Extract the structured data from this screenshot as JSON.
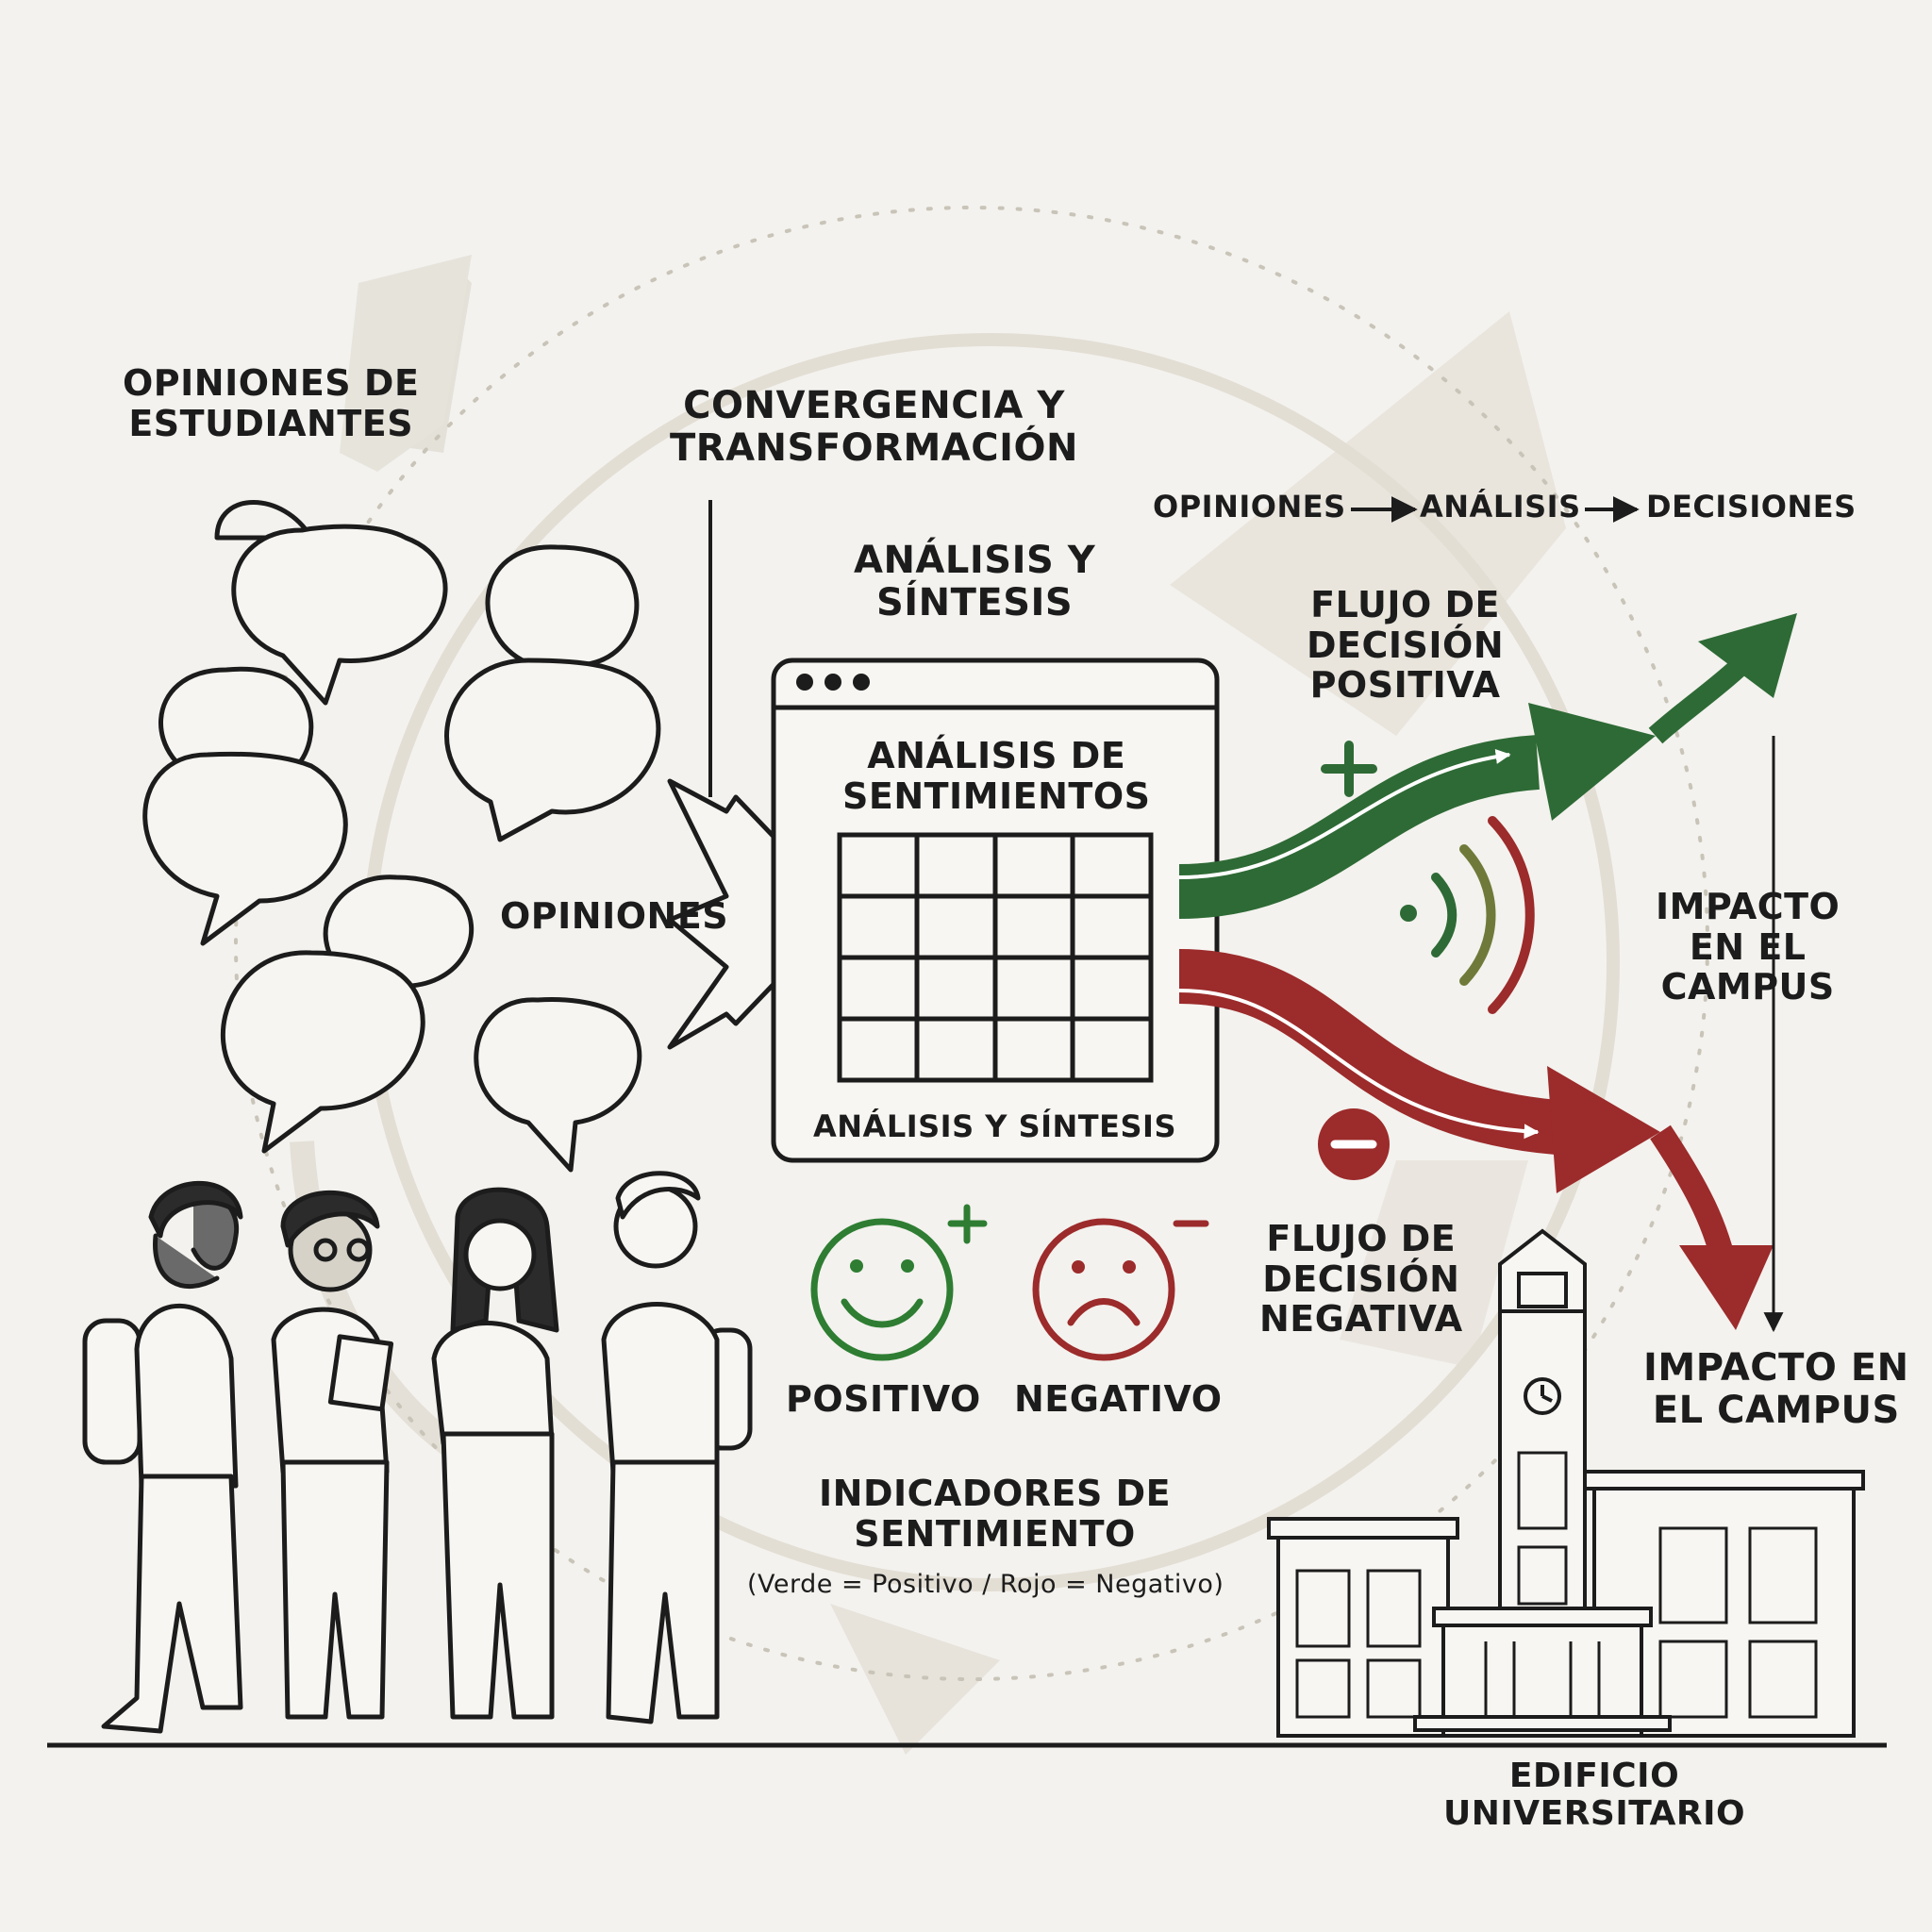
{
  "colors": {
    "positive": "#2e6a35",
    "negative": "#9c2b2b",
    "ink": "#1c1c1c",
    "background": "#f3f2ee",
    "shadow": "#d9d4c8"
  },
  "labels": {
    "student_opinions": [
      "OPINIONES DE",
      "ESTUDIANTES"
    ],
    "convergence": [
      "CONVERGENCIA Y",
      "TRANSFORMACIÓN"
    ],
    "flow_header": {
      "step1": "OPINIONES",
      "step2": "ANÁLISIS",
      "step3": "DECISIONES"
    },
    "analysis_synthesis_top": [
      "ANÁLISIS Y",
      "SÍNTESIS"
    ],
    "sentiment_analysis": [
      "ANÁLISIS DE",
      "SENTIMIENTOS"
    ],
    "analysis_synthesis_bottom": "ANÁLISIS Y SÍNTESIS",
    "opinions": "OPINIONES",
    "positive_flow": [
      "FLUJO DE",
      "DECISIÓN",
      "POSITIVA"
    ],
    "negative_flow": [
      "FLUJO DE",
      "DECISIÓN",
      "NEGATIVA"
    ],
    "campus_impact_right": [
      "IMPACTO",
      "EN EL",
      "CAMPUS"
    ],
    "campus_impact_lower": [
      "IMPACTO EN",
      "EL CAMPUS"
    ],
    "positive": "POSITIVO",
    "negative": "NEGATIVO",
    "indicators": [
      "INDICADORES DE",
      "SENTIMIENTO"
    ],
    "indicators_note": "(Verde = Positivo / Rojo = Negativo)",
    "building": [
      "EDIFICIO",
      "UNIVERSITARIO"
    ]
  },
  "icons": {
    "plus": "plus-icon",
    "minus": "minus-icon",
    "happy_face": "smiley-face-icon",
    "sad_face": "sad-face-icon",
    "signal": "signal-waves-icon",
    "clock": "clock-icon"
  }
}
